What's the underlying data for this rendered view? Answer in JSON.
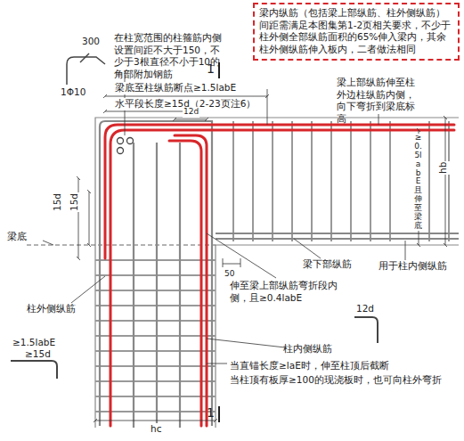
{
  "diagram": {
    "nodes": [
      {
        "text": [
          "梁内纵筋（包括梁上部纵筋、柱外侧纵筋）间距需满足本图集第1-2页相关要求，不少于柱外侧全部纵筋面积的65%伸入梁内，其余柱外侧纵筋伸入板内，二者做法相同"
        ]
      }
    ],
    "labels": [
      "300",
      "1Φ10",
      "在柱宽范围的柱箍筋内侧设置间距不大于150，不少于3根直径不小于10的角部附加钢筋",
      "1",
      "梁底至柱纵筋断点≥1.5labE",
      "水平段长度≥15d（2-23页注6）",
      "12d",
      "梁上部纵筋伸至柱外边柱纵筋内侧，向下弯折到梁底标高",
      "15d",
      "15d",
      "≥0.5labE且伸至梁底",
      "hb",
      "梁底",
      "梁下部纵筋",
      "用于柱内侧纵筋",
      "50",
      "伸至梁上部纵筋弯折段内侧，且≥0.4labE",
      "柱外侧纵筋",
      "12d",
      "≥1.5labE",
      "≥15d",
      "柱内侧纵筋",
      "当直锚长度≥laE时，伸至柱顶后截断",
      "当柱顶有板厚≥100的现浇板时，也可向柱外弯折",
      "hc",
      "1"
    ]
  }
}
